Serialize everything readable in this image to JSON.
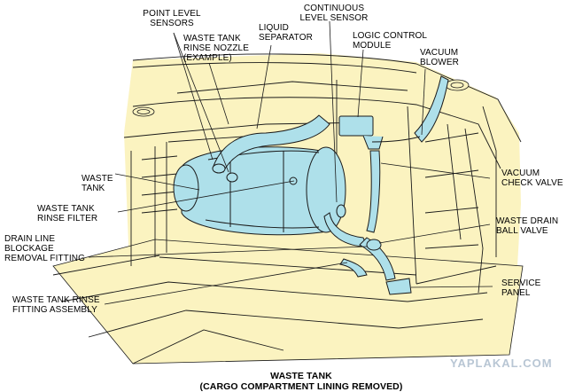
{
  "labels": {
    "point_level_sensors": "POINT LEVEL\nSENSORS",
    "continuous_level_sensor": "CONTINUOUS\nLEVEL SENSOR",
    "liquid_separator": "LIQUID\nSEPARATOR",
    "waste_tank_rinse_nozzle": "WASTE TANK\nRINSE NOZZLE\n(EXAMPLE)",
    "logic_control_module": "LOGIC CONTROL\nMODULE",
    "vacuum_blower": "VACUUM\nBLOWER",
    "waste_tank": "WASTE\nTANK",
    "vacuum_check_valve": "VACUUM\nCHECK VALVE",
    "waste_tank_rinse_filter": "WASTE TANK\nRINSE FILTER",
    "waste_drain_ball_valve": "WASTE DRAIN\nBALL VALVE",
    "drain_line_blockage_removal_fitting": "DRAIN LINE\nBLOCKAGE\nREMOVAL FITTING",
    "service_panel": "SERVICE\nPANEL",
    "waste_tank_rinse_fitting_assembly": "WASTE TANK RINSE\nFITTING ASSEMBLY"
  },
  "caption": {
    "title": "WASTE TANK",
    "subtitle": "(CARGO COMPARTMENT LINING REMOVED)"
  },
  "watermark": "YAPLAKAL.COM",
  "colors": {
    "background_fill": "#fbf3c0",
    "tank_fill": "#aee0ea",
    "line": "#1a1a1a"
  }
}
